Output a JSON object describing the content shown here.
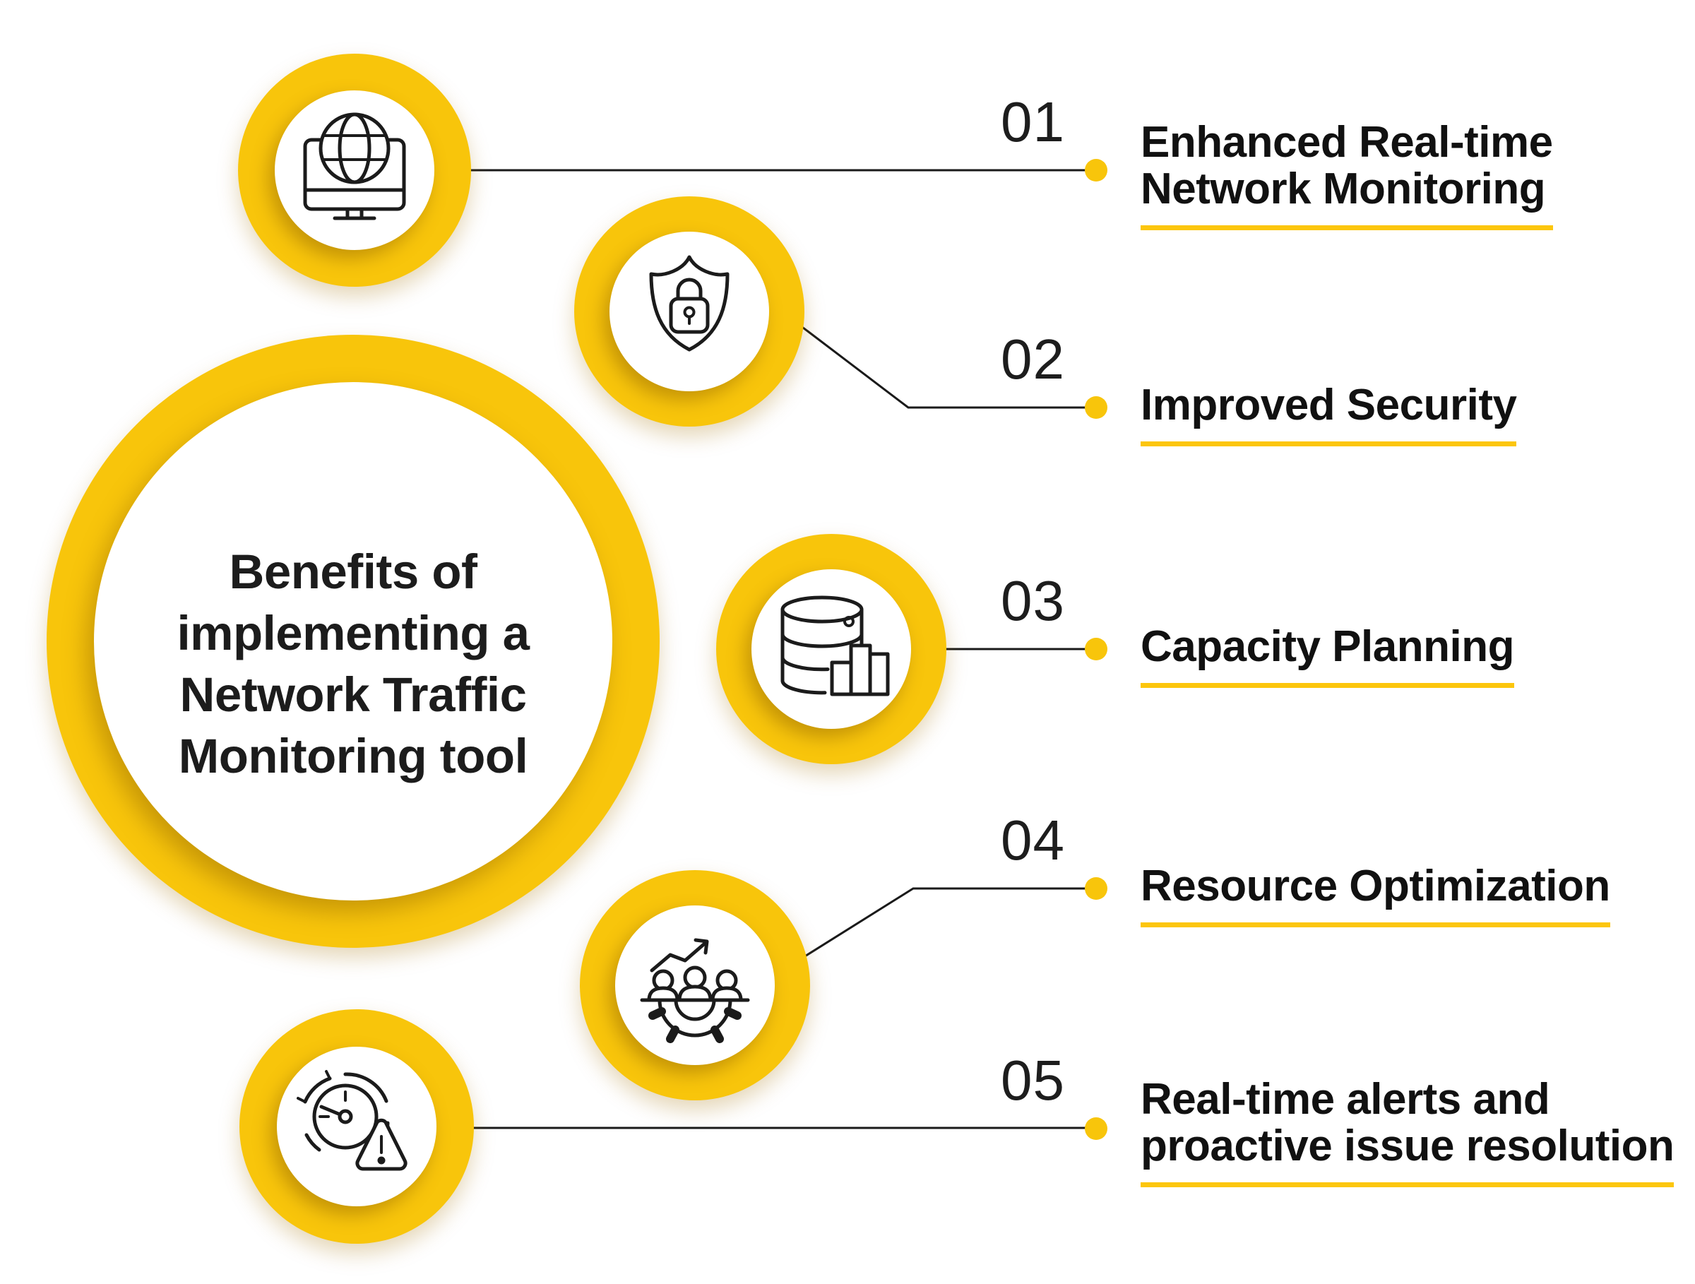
{
  "colors": {
    "yellow": "#f8c50b",
    "underline_yellow": "#fcc60d",
    "line_black": "#1a1a1a",
    "text_black": "#111111",
    "background": "#ffffff"
  },
  "center": {
    "title_lines": [
      "Benefits of",
      "implementing a",
      "Network Traffic",
      "Monitoring tool"
    ]
  },
  "benefits": [
    {
      "number": "01",
      "line1": "Enhanced Real-time",
      "line2": "Network Monitoring",
      "icon": "globe-monitor-icon"
    },
    {
      "number": "02",
      "line1": "Improved Security",
      "line2": "",
      "icon": "shield-lock-icon"
    },
    {
      "number": "03",
      "line1": "Capacity Planning",
      "line2": "",
      "icon": "database-chart-icon"
    },
    {
      "number": "04",
      "line1": "Resource Optimization",
      "line2": "",
      "icon": "team-gear-icon"
    },
    {
      "number": "05",
      "line1": "Real-time alerts and",
      "line2": "proactive issue resolution",
      "icon": "clock-alert-icon"
    }
  ]
}
